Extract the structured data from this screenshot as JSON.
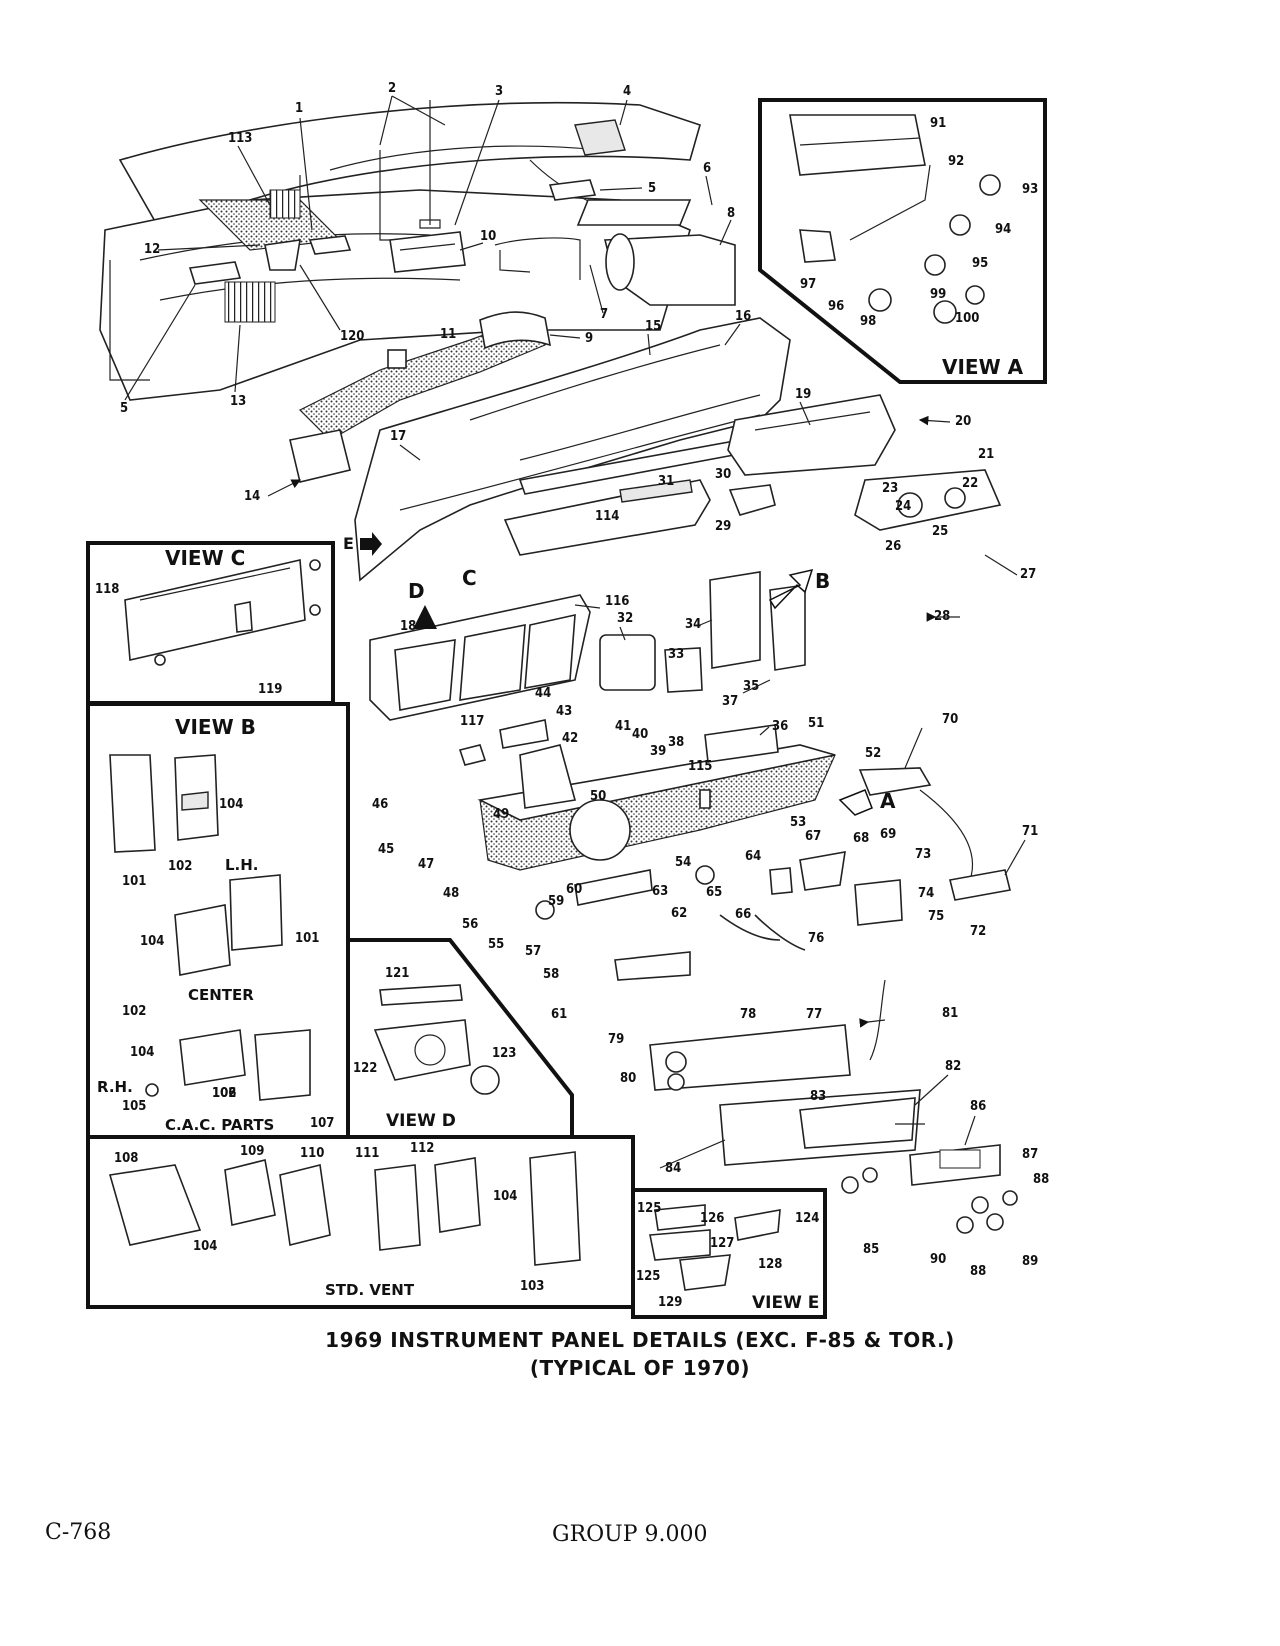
{
  "diagram": {
    "caption": {
      "line1": "1969 INSTRUMENT PANEL DETAILS (EXC. F-85 & TOR.)",
      "line2": "(TYPICAL OF 1970)"
    },
    "views": {
      "view_a": "VIEW A",
      "view_b": "VIEW B",
      "view_c": "VIEW C",
      "view_d": "VIEW D",
      "view_e": "VIEW E"
    },
    "sub_labels": {
      "lh": "L.H.",
      "center": "CENTER",
      "rh": "R.H.",
      "cac_parts": "C.A.C. PARTS",
      "std_vent": "STD. VENT"
    },
    "view_markers": [
      "A",
      "B",
      "C",
      "D",
      "E"
    ],
    "part_numbers": {
      "main": [
        "1",
        "2",
        "3",
        "4",
        "5",
        "5",
        "6",
        "7",
        "8",
        "9",
        "10",
        "11",
        "12",
        "13",
        "14",
        "15",
        "16",
        "17",
        "18",
        "19",
        "20",
        "21",
        "22",
        "23",
        "24",
        "25",
        "26",
        "27",
        "28",
        "29",
        "30",
        "31",
        "32",
        "33",
        "34",
        "35",
        "36",
        "37",
        "38",
        "39",
        "40",
        "41",
        "42",
        "43",
        "44",
        "45",
        "46",
        "47",
        "48",
        "49",
        "50",
        "51",
        "52",
        "53",
        "54",
        "55",
        "56",
        "57",
        "58",
        "59",
        "60",
        "61",
        "62",
        "63",
        "64",
        "65",
        "66",
        "67",
        "68",
        "69",
        "70",
        "71",
        "72",
        "73",
        "74",
        "75",
        "76",
        "77",
        "78",
        "79",
        "80",
        "81",
        "82",
        "83",
        "84",
        "85",
        "86",
        "87",
        "88",
        "88",
        "89",
        "90",
        "113",
        "114",
        "115",
        "116",
        "117",
        "120"
      ],
      "view_a": [
        "91",
        "92",
        "93",
        "94",
        "95",
        "96",
        "97",
        "98",
        "99",
        "100"
      ],
      "view_b": [
        "101",
        "102",
        "104",
        "101",
        "102",
        "104",
        "102",
        "104",
        "105",
        "106",
        "107"
      ],
      "view_c": [
        "118",
        "119"
      ],
      "view_d": [
        "121",
        "122",
        "123"
      ],
      "std_vent": [
        "108",
        "109",
        "110",
        "111",
        "112",
        "104",
        "104",
        "103"
      ],
      "view_e": [
        "124",
        "125",
        "126",
        "127",
        "125",
        "128",
        "129"
      ]
    }
  },
  "footer": {
    "left": "C-768",
    "center": "GROUP 9.000"
  }
}
